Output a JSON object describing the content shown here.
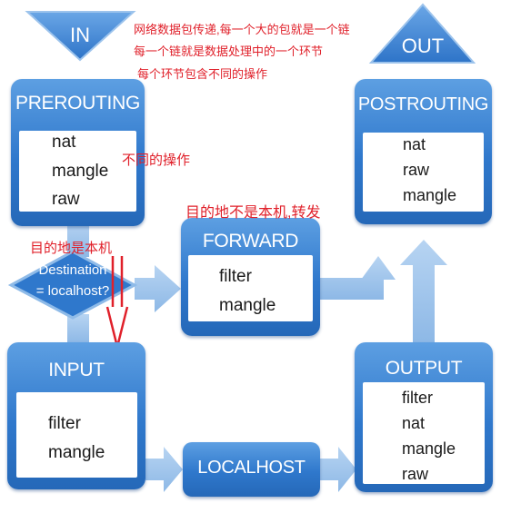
{
  "flags": {
    "in": "IN",
    "out": "OUT"
  },
  "chains": {
    "prerouting": {
      "title": "PREROUTING",
      "tables": [
        "nat",
        "mangle",
        "raw"
      ]
    },
    "postrouting": {
      "title": "POSTROUTING",
      "tables": [
        "nat",
        "raw",
        "mangle"
      ]
    },
    "forward": {
      "title": "FORWARD",
      "tables": [
        "filter",
        "mangle"
      ]
    },
    "input": {
      "title": "INPUT",
      "tables": [
        "filter",
        "mangle"
      ]
    },
    "output": {
      "title": "OUTPUT",
      "tables": [
        "filter",
        "nat",
        "mangle",
        "raw"
      ]
    },
    "localhost": {
      "title": "LOCALHOST"
    }
  },
  "decision": {
    "line1": "Destination",
    "line2": "= localhost?"
  },
  "notes": {
    "intro_1": "网络数据包传递,每一个大的包就是一个链",
    "intro_2": "每一个链就是数据处理中的一个环节",
    "intro_3": "每个环节包含不同的操作",
    "different_ops": "不同的操作",
    "not_local": "目的地不是本机,转发",
    "is_local": "目的地是本机"
  },
  "colors": {
    "chain_blue": "#2f78cc",
    "arrow_blue": "#8fbbe8",
    "annotation_red": "#e0202a"
  }
}
